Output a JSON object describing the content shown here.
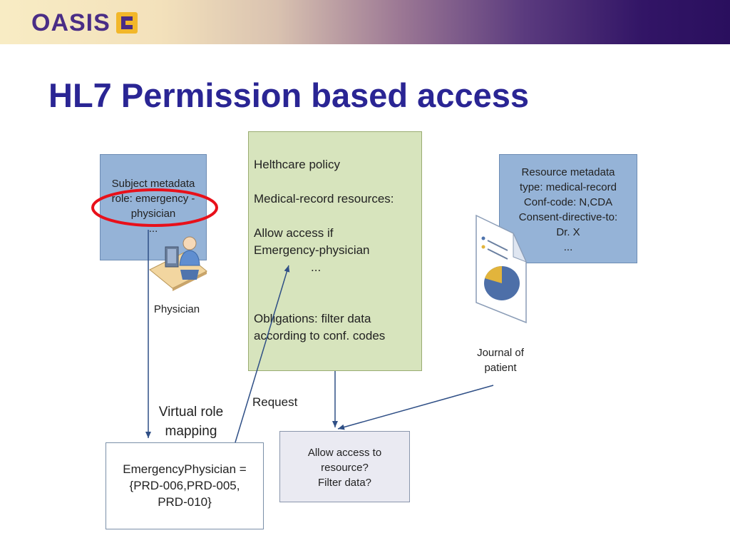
{
  "header": {
    "logo_text": "OASIS",
    "title": "HL7 Permission based access"
  },
  "subject_box": {
    "lines": [
      "Subject metadata",
      "role: emergency -",
      "physician",
      "..."
    ]
  },
  "physician_label": "Physician",
  "policy_box": {
    "lines": [
      "Helthcare policy",
      "Medical-record resources:",
      "Allow access if",
      "Emergency-physician",
      "...",
      "Obligations: filter data",
      "according to conf. codes"
    ]
  },
  "resource_box": {
    "lines": [
      "Resource metadata",
      "type: medical-record",
      "Conf-code: N,CDA",
      "Consent-directive-to:",
      "Dr. X",
      "..."
    ]
  },
  "journal_label": "Journal of patient",
  "virtual_role_label": "Virtual role mapping",
  "request_label": "Request",
  "mapping_box": {
    "lines": [
      "EmergencyPhysician =",
      "{PRD-006,PRD-005,",
      "PRD-010}"
    ]
  },
  "decision_box": {
    "lines": [
      "Allow access to",
      "resource?",
      "Filter data?"
    ]
  },
  "colors": {
    "title_blue": "#2a2594",
    "logo_purple": "#4a2d86",
    "box_blue": "#95b3d7",
    "policy_green": "#d7e4bd",
    "highlight_red": "#e8101a",
    "arrow_blue": "#2f4f86"
  }
}
